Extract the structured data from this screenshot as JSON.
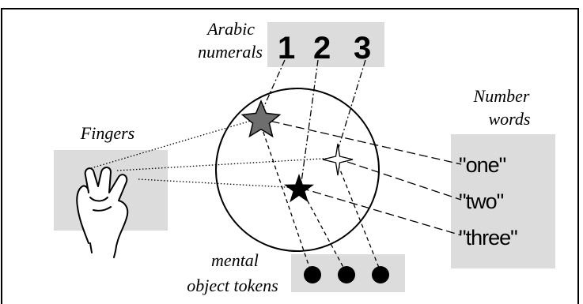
{
  "labels": {
    "arabic_numerals": [
      "Arabic",
      "numerals"
    ],
    "number_words_title": [
      "Number",
      "words"
    ],
    "fingers": "Fingers",
    "mental_object_tokens": [
      "mental",
      "object tokens"
    ]
  },
  "numerals": [
    "1",
    "2",
    "3"
  ],
  "number_words": [
    "\"one\"",
    "\"two\"",
    "\"three\""
  ],
  "colors": {
    "panel": "#dcdcdc",
    "star_gray": "#6e6e6e",
    "star_black": "#000000",
    "star_white": "#ffffff"
  },
  "icons": {
    "hand": "hand-three-fingers-icon",
    "token": "filled-circle-icon"
  }
}
